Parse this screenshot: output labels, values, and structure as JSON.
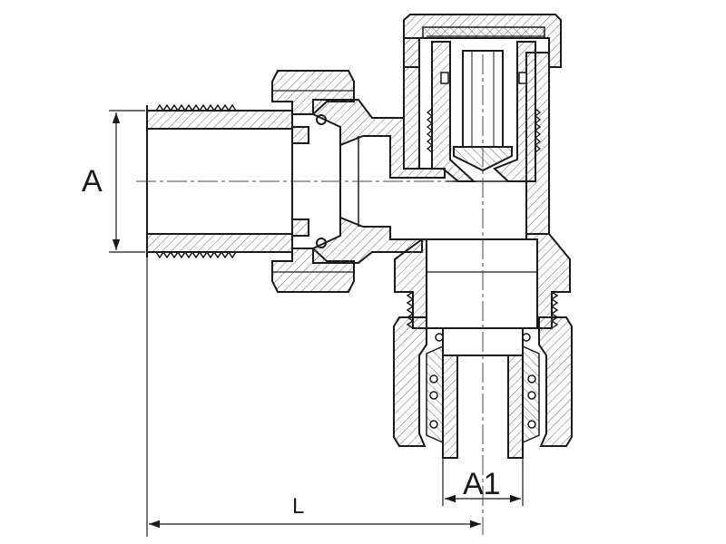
{
  "drawing": {
    "dim_labels": {
      "A": "A",
      "A1": "A1",
      "L": "L"
    },
    "colors": {
      "line": "#1a1a1a",
      "hatch": "#6b6b6b",
      "centerline": "#4a4a4a",
      "background": "#ffffff"
    }
  }
}
